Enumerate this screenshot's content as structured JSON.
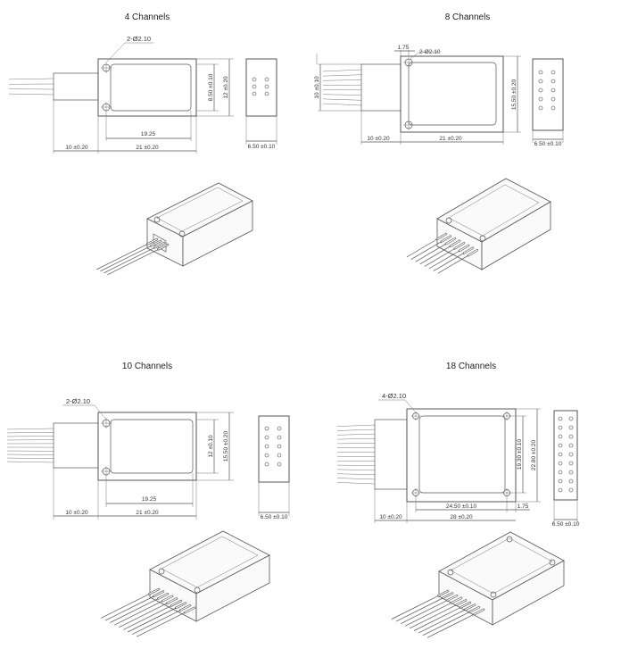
{
  "panels": [
    {
      "id": "4ch",
      "title": "4 Channels",
      "hole_label": "2-Ø2.10",
      "dims": {
        "height_inner": "8.50 ±0.10",
        "height_outer": "12 ±0.20",
        "width_inner": "19.25",
        "fiber_len": "10 ±0.20",
        "width_outer": "21 ±0.20",
        "thickness": "6.50 ±0.10"
      },
      "fiber_count": 4,
      "pin_rows": 3
    },
    {
      "id": "8ch",
      "title": "8 Channels",
      "hole_label": "2-Ø2.10",
      "dims": {
        "top_offset": "1.75",
        "left_height": "10 ±0.10",
        "height_outer": "15.50 ±0.20",
        "fiber_len": "10 ±0.20",
        "width_outer": "21 ±0.20",
        "thickness": "6.50 ±0.10"
      },
      "fiber_count": 8,
      "pin_rows": 5
    },
    {
      "id": "10ch",
      "title": "10 Channels",
      "hole_label": "2-Ø2.10",
      "dims": {
        "height_inner": "12 ±0.10",
        "height_outer": "15.50 ±0.20",
        "width_inner": "19.25",
        "fiber_len": "10 ±0.20",
        "width_outer": "21 ±0.20",
        "thickness": "6.50 ±0.10"
      },
      "fiber_count": 10,
      "pin_rows": 5
    },
    {
      "id": "18ch",
      "title": "18 Channels",
      "hole_label": "4-Ø2.10",
      "dims": {
        "height_inner": "19.30 ±0.10",
        "height_outer": "22.80 ±0.20",
        "width_inner": "24.50 ±0.10",
        "edge_offset": "1.75",
        "fiber_len": "10 ±0.20",
        "width_outer": "28 ±0.20",
        "thickness": "6.50 ±0.10"
      },
      "fiber_count": 18,
      "pin_rows": 9
    }
  ]
}
